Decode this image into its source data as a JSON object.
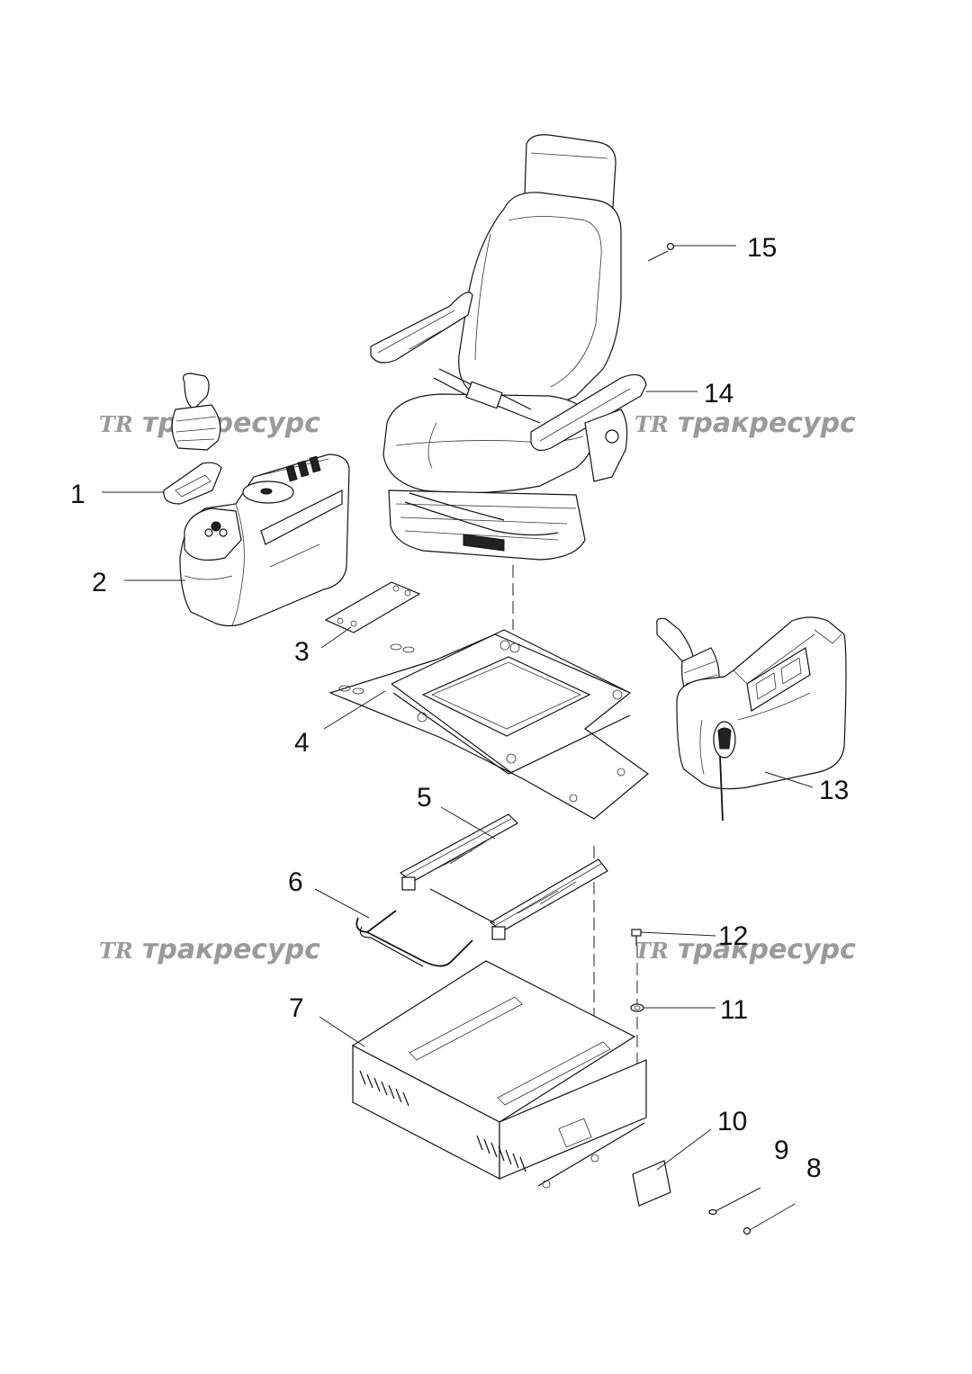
{
  "watermark": {
    "logo": "TR",
    "text": "тракресурс"
  },
  "callouts": {
    "c1": "1",
    "c2": "2",
    "c3": "3",
    "c4": "4",
    "c5": "5",
    "c6": "6",
    "c7": "7",
    "c8": "8",
    "c9": "9",
    "c10": "10",
    "c11": "11",
    "c12": "12",
    "c13": "13",
    "c14": "14",
    "c15": "15"
  }
}
